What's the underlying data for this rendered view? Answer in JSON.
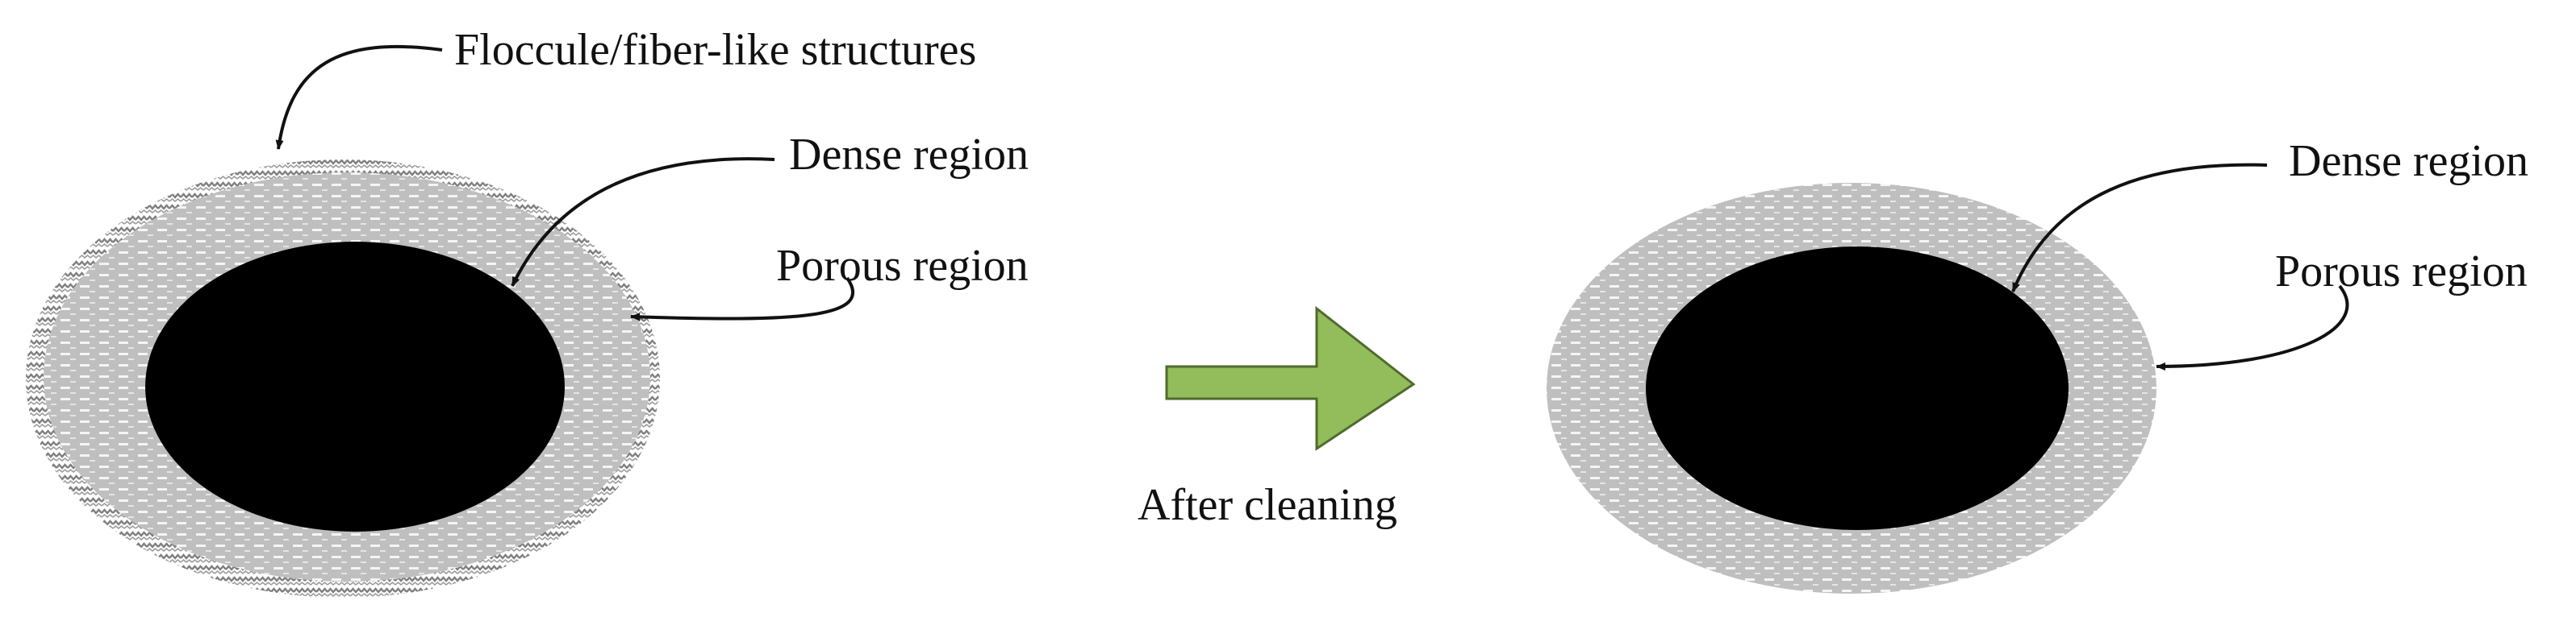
{
  "left_particle": {
    "labels": {
      "floccule": "Floccule/fiber-like structures",
      "dense": "Dense region",
      "porous": "Porous region"
    }
  },
  "transition": {
    "label": "After cleaning",
    "arrow_color": "#92BD5A"
  },
  "right_particle": {
    "labels": {
      "dense": "Dense region",
      "porous": "Porous region"
    }
  },
  "colors": {
    "core": "#000000",
    "porous": "#BFBFBF",
    "fiber": "#7F7F7F",
    "leader": "#111111"
  },
  "icons": {
    "transition_arrow": "right-arrow-icon",
    "leader_arrowhead": "arrowhead-icon"
  }
}
